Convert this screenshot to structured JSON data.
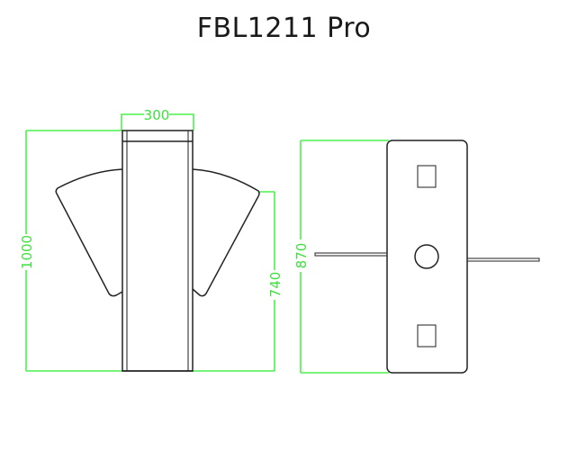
{
  "title": "FBL1211 Pro",
  "front_view": {
    "dimensions": {
      "width": "300",
      "total_height": "1000",
      "arm_height": "740"
    }
  },
  "side_view": {
    "dimensions": {
      "height": "870"
    }
  },
  "colors": {
    "dimension": "#4cf04c",
    "outline": "#222222",
    "background": "#ffffff"
  }
}
